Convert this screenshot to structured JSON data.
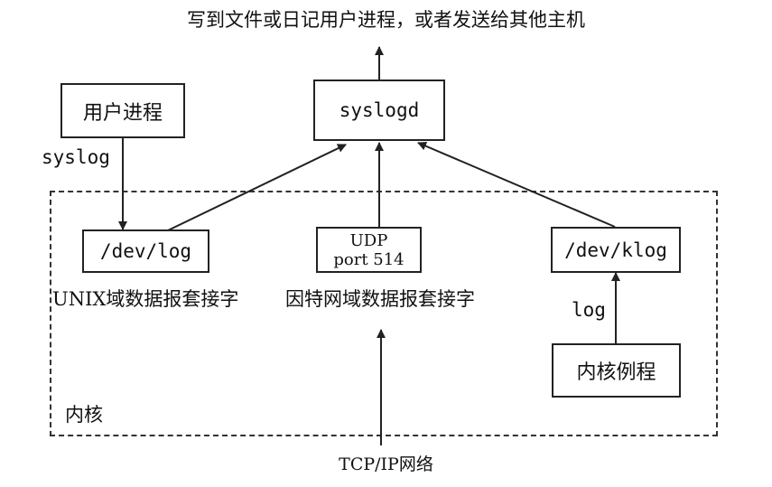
{
  "top_label": "写到文件或日记用户进程，或者发送给其他主机",
  "user_process": "用户进程",
  "syslog_call": "syslog",
  "syslogd": "syslogd",
  "dev_log": "/dev/log",
  "udp_line1": "UDP",
  "udp_line2": "port 514",
  "dev_klog": "/dev/klog",
  "unix_socket": "UNIX域数据报套接字",
  "inet_socket": "因特网域数据报套接字",
  "log_call": "log",
  "kernel_routine": "内核例程",
  "kernel": "内核",
  "network": "TCP/IP网络"
}
